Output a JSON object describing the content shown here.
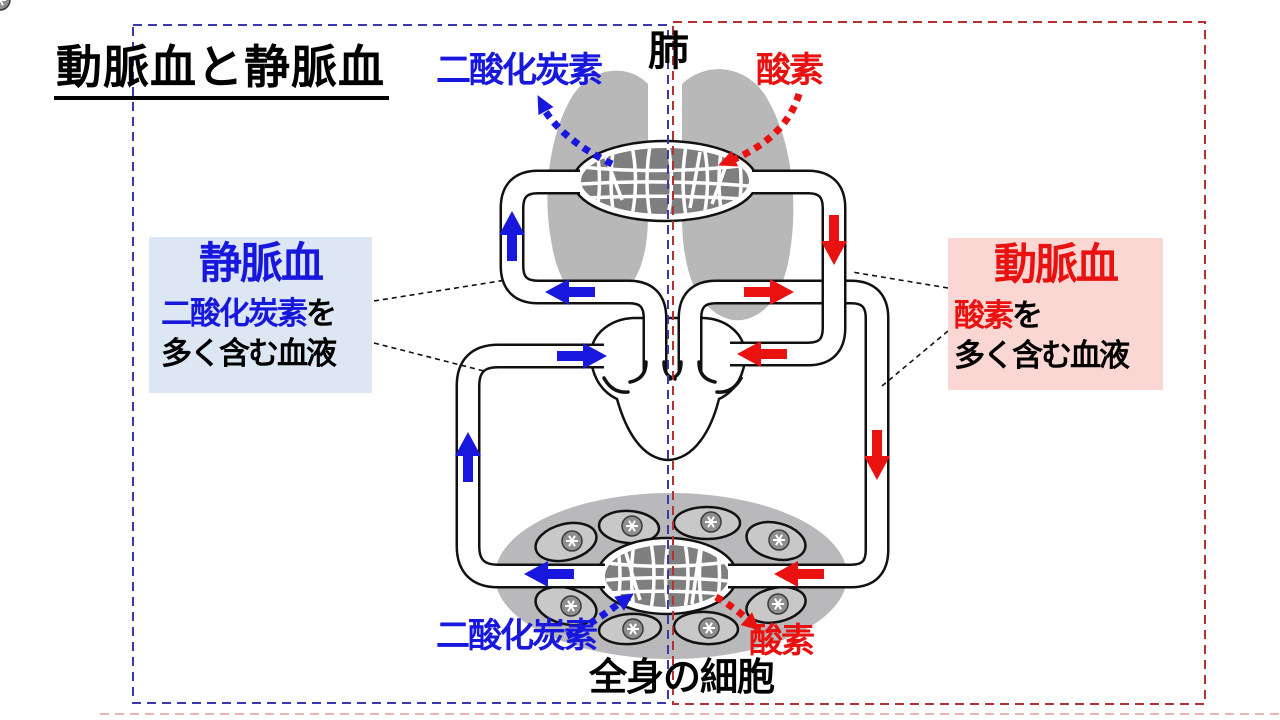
{
  "title": "動脈血と静脈血",
  "labels": {
    "lung": "肺",
    "co2_top": "二酸化炭素",
    "o2_top": "酸素",
    "co2_bottom": "二酸化炭素",
    "o2_bottom": "酸素",
    "body_cells": "全身の細胞"
  },
  "venous_box": {
    "title": "静脈血",
    "line2_gas": "二酸化炭素",
    "line2_suffix": "を",
    "line3": "多く含む血液"
  },
  "arterial_box": {
    "title": "動脈血",
    "line2_gas": "酸素",
    "line2_suffix": "を",
    "line3": "多く含む血液"
  },
  "colors": {
    "venous_blue": "#1717dd",
    "arterial_red": "#ea1111",
    "venous_box_bg": "#dde6f3",
    "arterial_box_bg": "#fbd7d4",
    "left_border_blue": "#3939ac",
    "right_border_red": "#b43232",
    "lung_gray": "#b8b8b8",
    "tissue_gray": "#b9b9bc",
    "capillary_gray": "#7f7f7f"
  }
}
